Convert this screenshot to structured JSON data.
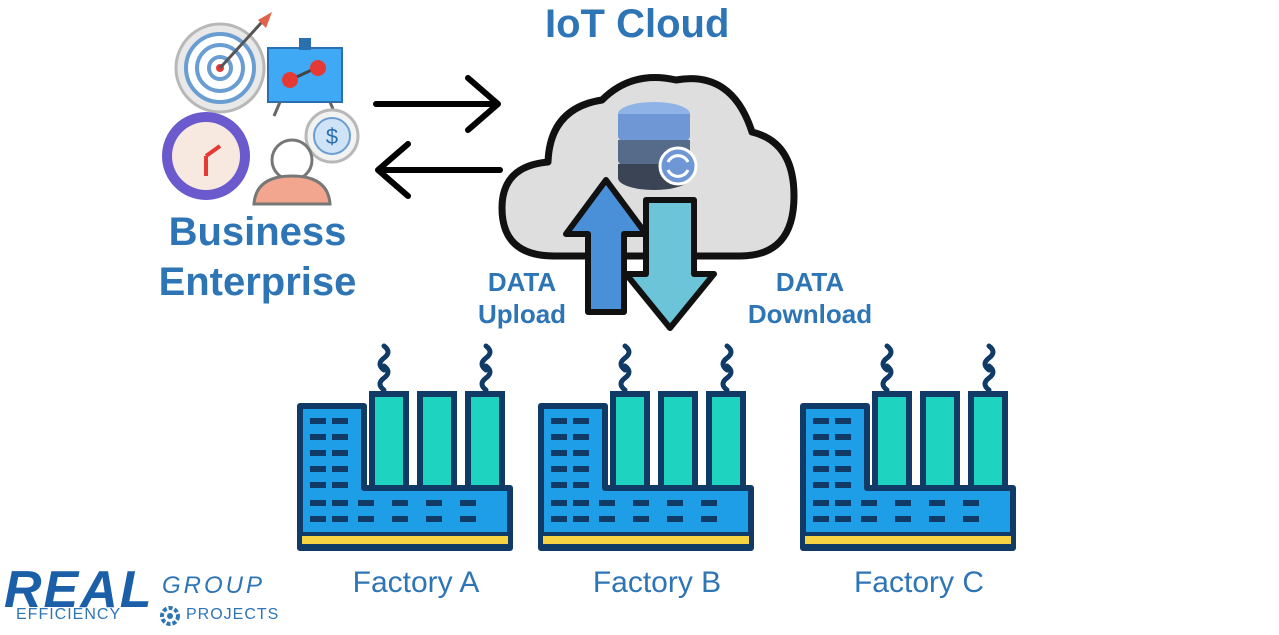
{
  "diagram": {
    "title": "IoT Cloud",
    "business_line1": "Business",
    "business_line2": "Enterprise",
    "upload_line1": "DATA",
    "upload_line2": "Upload",
    "download_line1": "DATA",
    "download_line2": "Download",
    "factories": [
      "Factory A",
      "Factory B",
      "Factory C"
    ]
  },
  "logo": {
    "main": "REAL",
    "group": "GROUP",
    "efficiency": "EFFICIENCY",
    "projects": "PROJECTS"
  },
  "colors": {
    "accent_blue": "#2e75b6",
    "factory_blue": "#1e9ee6",
    "factory_outline": "#0f3b66",
    "chimney_teal": "#1ed4c0",
    "upload_arrow": "#4a90d9",
    "download_arrow": "#6cc4d9",
    "cloud_fill": "#dedede"
  }
}
